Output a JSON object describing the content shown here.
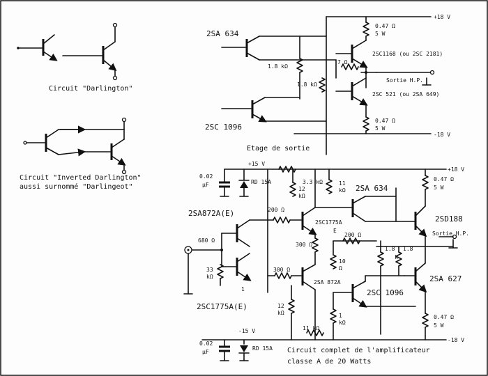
{
  "diagrams": {
    "darlington": {
      "caption": "Circuit \"Darlington\""
    },
    "inverted": {
      "caption_line1": "Circuit \"Inverted Darlington\"",
      "caption_line2": "aussi surnommé \"Darlingeot\""
    },
    "output_stage": {
      "caption": "Etage de sortie",
      "supply_pos": "+18 V",
      "supply_neg": "-18 V",
      "t_2sa634": "2SA 634",
      "t_2sc1096": "2SC 1096",
      "t_2sc1168": "2SC1168 (ou 2SC 2181)",
      "t_2sc521": "2SC 521 (ou 2SA 649)",
      "r_top": "0.47 Ω",
      "r_top_w": "5 W",
      "r_bot": "0.47 Ω",
      "r_bot_w": "5 W",
      "r_18k_a": "1.8 kΩ",
      "r_18k_b": "1.8 kΩ",
      "r_7": "7 Ω",
      "hp_label": "Sortie H.P."
    },
    "complete": {
      "caption_line1": "Circuit complet de l'amplificateur",
      "caption_line2": "classe A de 20 Watts",
      "supply_pos": "+18 V",
      "supply_neg": "-18 V",
      "v_pos_15": "+15 V",
      "v_neg_15": "-15 V",
      "cap_top": "0.02",
      "cap_top_unit": "μF",
      "cap_bot": "0.02",
      "cap_bot_unit": "μF",
      "zener_top": "RD 15A",
      "zener_bot": "RD 15A",
      "r_33k_top": "3.3 kΩ",
      "r_12k_top": "12",
      "r_12k_top_unit": "kΩ",
      "r_11k_top": "11",
      "r_11k_top_unit": "kΩ",
      "r_047_top": "0.47 Ω",
      "r_047_top_w": "5 W",
      "r_047_bot": "0.47 Ω",
      "r_047_bot_w": "5 W",
      "t_2sa872_left": "2SA872A(E)",
      "t_2sc1775_left": "2SC1775A(E)",
      "t_2sc1775_mid": "2SC1775A",
      "t_2sc1775_mid_grade": "E",
      "t_2sa872_mid": "2SA 872A",
      "t_2sa634": "2SA 634",
      "t_2sd188": "2SD188",
      "t_2sc1096": "2SC 1096",
      "t_2sa627": "2SA 627",
      "r_200_a": "200 Ω",
      "r_200_b": "200 Ω",
      "r_300": "300 Ω",
      "r_300_b": "300 Ω",
      "r_10": "10",
      "r_10_unit": "Ω",
      "r_18k_1": "1.8",
      "r_18k_2": "1.8",
      "r_k": "k",
      "r_680": "680 Ω",
      "r_33k_in": "33",
      "r_33k_in_unit": "kΩ",
      "r_12k_bot": "12",
      "r_12k_bot_unit": "kΩ",
      "r_1k": "1",
      "r_1k_unit": "kΩ",
      "r_11k_bot": "11 kΩ",
      "node_1": "1",
      "hp_label": "Sortie H.P."
    }
  }
}
